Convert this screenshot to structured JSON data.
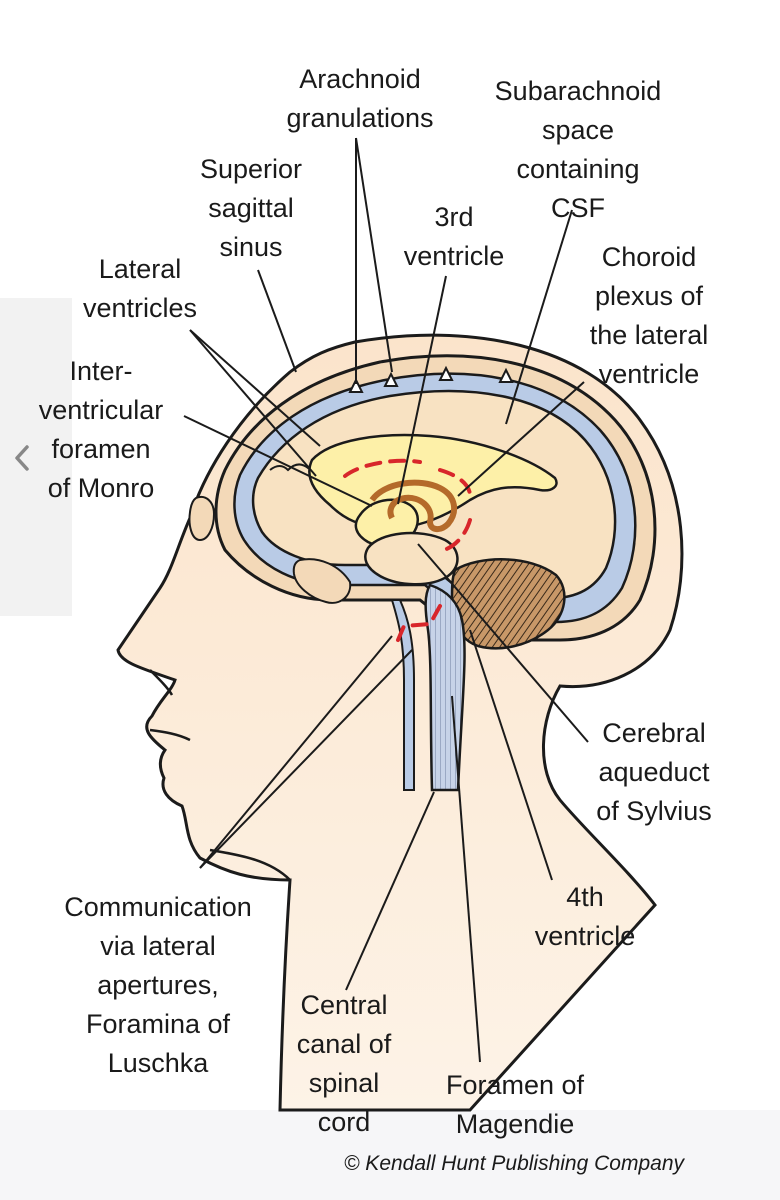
{
  "labels": {
    "arachnoid_granulations": "Arachnoid\ngranulations",
    "subarachnoid_space": "Subarachnoid\nspace\ncontaining\nCSF",
    "superior_sagittal_sinus": "Superior\nsagittal\nsinus",
    "third_ventricle": "3rd\nventricle",
    "choroid_plexus": "Choroid\nplexus of\nthe lateral\nventricle",
    "lateral_ventricles": "Lateral\nventricles",
    "interventricular_foramen": "Inter-\nventricular\nforamen\nof Monro",
    "cerebral_aqueduct": "Cerebral\naqueduct\nof Sylvius",
    "fourth_ventricle": "4th\nventricle",
    "lateral_apertures": "Communication\nvia lateral\napertures,\nForamina of\nLuschka",
    "central_canal": "Central\ncanal of\nspinal\ncord",
    "foramen_magendie": "Foramen of\nMagendie"
  },
  "copyright": "© Kendall Hunt Publishing Company",
  "icons": {
    "prev": "chevron-left-icon"
  },
  "colors": {
    "skin": "#fbe6cf",
    "skull": "#f3d9b8",
    "csf": "#b9cbe6",
    "brain": "#f8e2c2",
    "ventricle": "#fdf0a8",
    "cerebellum": "#b5875a",
    "flow_arrow": "#d8262b",
    "outline": "#1b1b1b"
  }
}
